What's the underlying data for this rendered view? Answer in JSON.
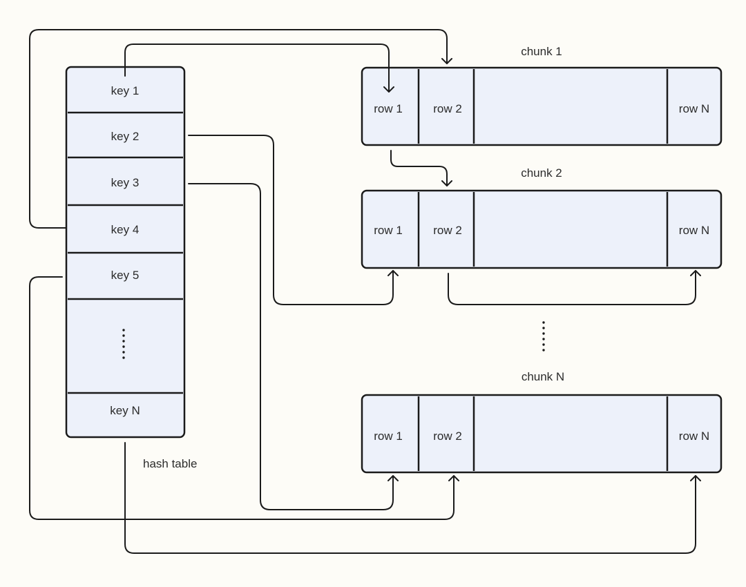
{
  "hash_table": {
    "label": "hash table",
    "keys": [
      "key 1",
      "key 2",
      "key 3",
      "key 4",
      "key 5",
      "key N"
    ]
  },
  "chunks": [
    {
      "label": "chunk 1",
      "rows": [
        "row 1",
        "row 2",
        "row N"
      ]
    },
    {
      "label": "chunk 2",
      "rows": [
        "row 1",
        "row 2",
        "row N"
      ]
    },
    {
      "label": "chunk N",
      "rows": [
        "row 1",
        "row 2",
        "row N"
      ]
    }
  ],
  "colors": {
    "box_fill": "#edf1fa",
    "stroke": "#1a1a1a",
    "background": "#fdfcf7"
  }
}
